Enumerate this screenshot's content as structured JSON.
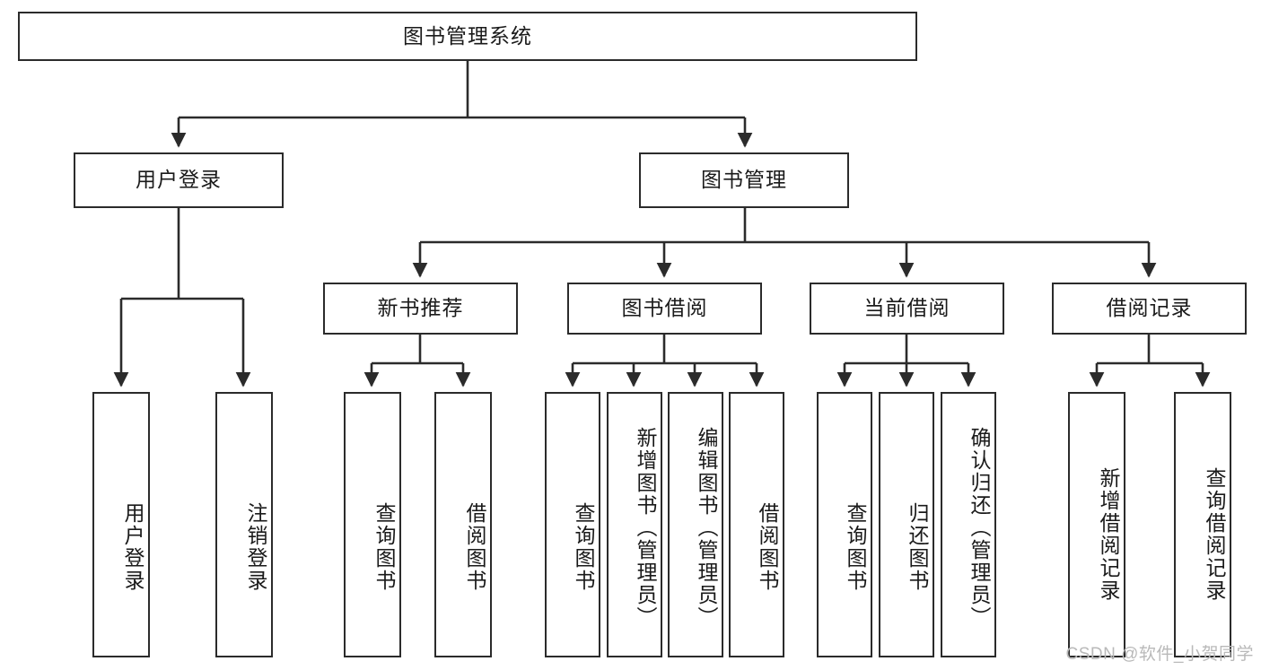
{
  "diagram": {
    "title": "图书管理系统",
    "watermark": "CSDN @软件_小贺同学",
    "colors": {
      "background": "#ffffff",
      "box_border": "#2b2b2b",
      "box_fill": "#ffffff",
      "connector": "#2b2b2b",
      "text": "#1a1a1a",
      "watermark": "#b9b9b9"
    },
    "root": {
      "label": "图书管理系统"
    },
    "level2": [
      {
        "id": "user-login",
        "label": "用户登录"
      },
      {
        "id": "book-manage",
        "label": "图书管理"
      }
    ],
    "level3": [
      {
        "id": "new-book-recommend",
        "label": "新书推荐",
        "parent": "book-manage"
      },
      {
        "id": "book-borrow",
        "label": "图书借阅",
        "parent": "book-manage"
      },
      {
        "id": "current-borrow",
        "label": "当前借阅",
        "parent": "book-manage"
      },
      {
        "id": "borrow-record",
        "label": "借阅记录",
        "parent": "book-manage"
      }
    ],
    "leaves": {
      "user-login": [
        {
          "id": "leaf-user-login",
          "label": "用户登录"
        },
        {
          "id": "leaf-user-logout",
          "label": "注销登录"
        }
      ],
      "new-book-recommend": [
        {
          "id": "leaf-query-book-1",
          "label": "查询图书"
        },
        {
          "id": "leaf-borrow-book-1",
          "label": "借阅图书"
        }
      ],
      "book-borrow": [
        {
          "id": "leaf-query-book-2",
          "label": "查询图书"
        },
        {
          "id": "leaf-add-book",
          "label": "新增图书（管理员）"
        },
        {
          "id": "leaf-edit-book",
          "label": "编辑图书（管理员）"
        },
        {
          "id": "leaf-borrow-book-2",
          "label": "借阅图书"
        }
      ],
      "current-borrow": [
        {
          "id": "leaf-query-book-3",
          "label": "查询图书"
        },
        {
          "id": "leaf-return-book",
          "label": "归还图书"
        },
        {
          "id": "leaf-confirm-return",
          "label": "确认归还（管理员）"
        }
      ],
      "borrow-record": [
        {
          "id": "leaf-add-record",
          "label": "新增借阅记录"
        },
        {
          "id": "leaf-query-record",
          "label": "查询借阅记录"
        }
      ]
    }
  }
}
